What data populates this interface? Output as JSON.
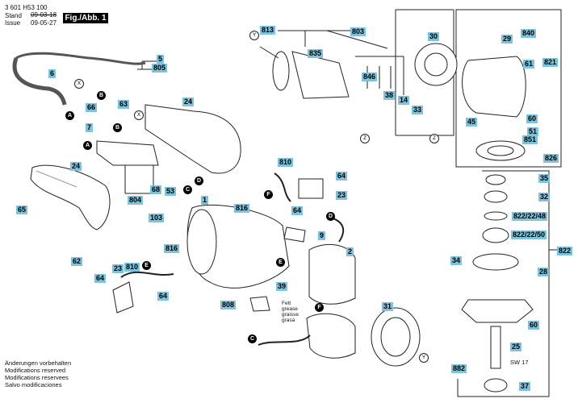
{
  "header": {
    "doc_number": "3 601 H53 100",
    "stand_label": "Stand",
    "stand_date": "09-03-18",
    "issue_label": "Issue",
    "issue_date": "09-05-27",
    "figure_label": "Fig./Abb. 1"
  },
  "part_labels": [
    "813",
    "803",
    "30",
    "840",
    "29",
    "821",
    "835",
    "61",
    "5",
    "805",
    "846",
    "38",
    "14",
    "33",
    "60",
    "51",
    "851",
    "826",
    "6",
    "B",
    "X",
    "66",
    "63",
    "24",
    "Z",
    "45",
    "7",
    "A",
    "35",
    "32",
    "822/22/48",
    "822/22/50",
    "822",
    "34",
    "28",
    "60",
    "25",
    "882",
    "37",
    "810",
    "64",
    "F",
    "23",
    "24",
    "65",
    "804",
    "68",
    "53",
    "C",
    "D",
    "816",
    "64",
    "103",
    "1",
    "D",
    "9",
    "E",
    "2",
    "62",
    "816",
    "810",
    "23",
    "E",
    "64",
    "64",
    "39",
    "808",
    "F",
    "31",
    "C",
    "Y",
    "Y",
    "X",
    "Z",
    "B",
    "A"
  ],
  "notes": {
    "grease": [
      "Fett",
      "grease",
      "graisse",
      "grasa"
    ],
    "sw": "SW 17"
  },
  "footer": [
    "Änderungen vorbehalten",
    "Modifications reserved",
    "Modifications reservees",
    "Salvo modificaciones"
  ]
}
